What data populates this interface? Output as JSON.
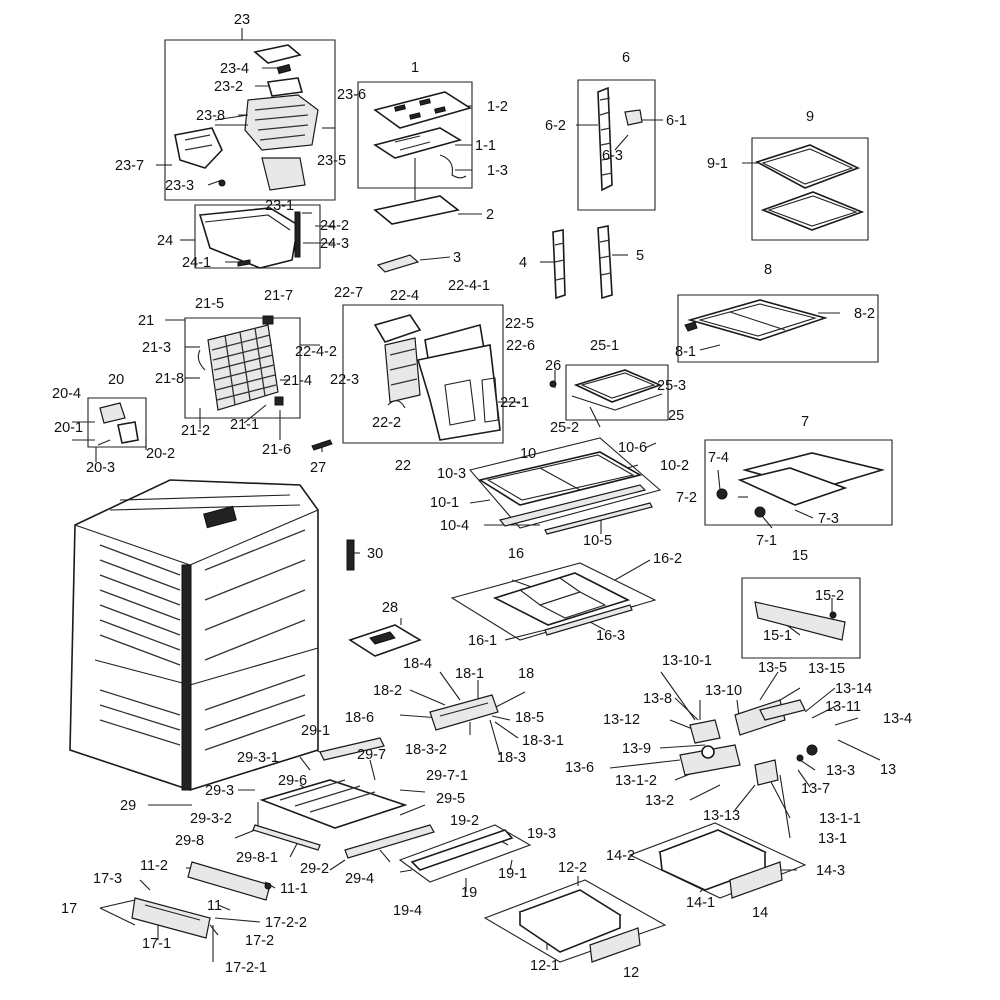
{
  "labels": {
    "l1": "1",
    "l1_1": "1-1",
    "l1_2": "1-2",
    "l1_3": "1-3",
    "l2": "2",
    "l3": "3",
    "l4": "4",
    "l5": "5",
    "l6": "6",
    "l6_1": "6-1",
    "l6_2": "6-2",
    "l6_3": "6-3",
    "l7": "7",
    "l7_1": "7-1",
    "l7_2": "7-2",
    "l7_3": "7-3",
    "l7_4": "7-4",
    "l8": "8",
    "l8_1": "8-1",
    "l8_2": "8-2",
    "l9": "9",
    "l9_1": "9-1",
    "l10": "10",
    "l10_1": "10-1",
    "l10_2": "10-2",
    "l10_3": "10-3",
    "l10_4": "10-4",
    "l10_5": "10-5",
    "l10_6": "10-6",
    "l11": "11",
    "l11_1": "11-1",
    "l11_2": "11-2",
    "l12": "12",
    "l12_1": "12-1",
    "l12_2": "12-2",
    "l13": "13",
    "l13_1": "13-1",
    "l13_1_1": "13-1-1",
    "l13_1_2": "13-1-2",
    "l13_2": "13-2",
    "l13_3": "13-3",
    "l13_4": "13-4",
    "l13_5": "13-5",
    "l13_6": "13-6",
    "l13_7": "13-7",
    "l13_8": "13-8",
    "l13_9": "13-9",
    "l13_10": "13-10",
    "l13_10_1": "13-10-1",
    "l13_11": "13-11",
    "l13_12": "13-12",
    "l13_13": "13-13",
    "l13_14": "13-14",
    "l13_15": "13-15",
    "l14": "14",
    "l14_1": "14-1",
    "l14_2": "14-2",
    "l14_3": "14-3",
    "l15": "15",
    "l15_1": "15-1",
    "l15_2": "15-2",
    "l16": "16",
    "l16_1": "16-1",
    "l16_2": "16-2",
    "l16_3": "16-3",
    "l17": "17",
    "l17_1": "17-1",
    "l17_2": "17-2",
    "l17_2_1": "17-2-1",
    "l17_2_2": "17-2-2",
    "l17_3": "17-3",
    "l18": "18",
    "l18_1": "18-1",
    "l18_2": "18-2",
    "l18_3": "18-3",
    "l18_3_1": "18-3-1",
    "l18_3_2": "18-3-2",
    "l18_4": "18-4",
    "l18_5": "18-5",
    "l18_6": "18-6",
    "l19": "19",
    "l19_1": "19-1",
    "l19_2": "19-2",
    "l19_3": "19-3",
    "l19_4": "19-4",
    "l20": "20",
    "l20_1": "20-1",
    "l20_2": "20-2",
    "l20_3": "20-3",
    "l20_4": "20-4",
    "l21": "21",
    "l21_1": "21-1",
    "l21_2": "21-2",
    "l21_3": "21-3",
    "l21_4": "21-4",
    "l21_5": "21-5",
    "l21_6": "21-6",
    "l21_7": "21-7",
    "l21_8": "21-8",
    "l22": "22",
    "l22_1": "22-1",
    "l22_2": "22-2",
    "l22_3": "22-3",
    "l22_4": "22-4",
    "l22_4_1": "22-4-1",
    "l22_4_2": "22-4-2",
    "l22_5": "22-5",
    "l22_6": "22-6",
    "l22_7": "22-7",
    "l23": "23",
    "l23_1": "23-1",
    "l23_2": "23-2",
    "l23_3": "23-3",
    "l23_4": "23-4",
    "l23_5": "23-5",
    "l23_6": "23-6",
    "l23_7": "23-7",
    "l23_8": "23-8",
    "l24": "24",
    "l24_1": "24-1",
    "l24_2": "24-2",
    "l24_3": "24-3",
    "l25": "25",
    "l25_1": "25-1",
    "l25_2": "25-2",
    "l25_3": "25-3",
    "l26": "26",
    "l27": "27",
    "l28": "28",
    "l29": "29",
    "l29_1": "29-1",
    "l29_2": "29-2",
    "l29_3": "29-3",
    "l29_3_1": "29-3-1",
    "l29_3_2": "29-3-2",
    "l29_4": "29-4",
    "l29_5": "29-5",
    "l29_6": "29-6",
    "l29_7": "29-7",
    "l29_7_1": "29-7-1",
    "l29_8": "29-8",
    "l29_8_1": "29-8-1",
    "l30": "30"
  }
}
